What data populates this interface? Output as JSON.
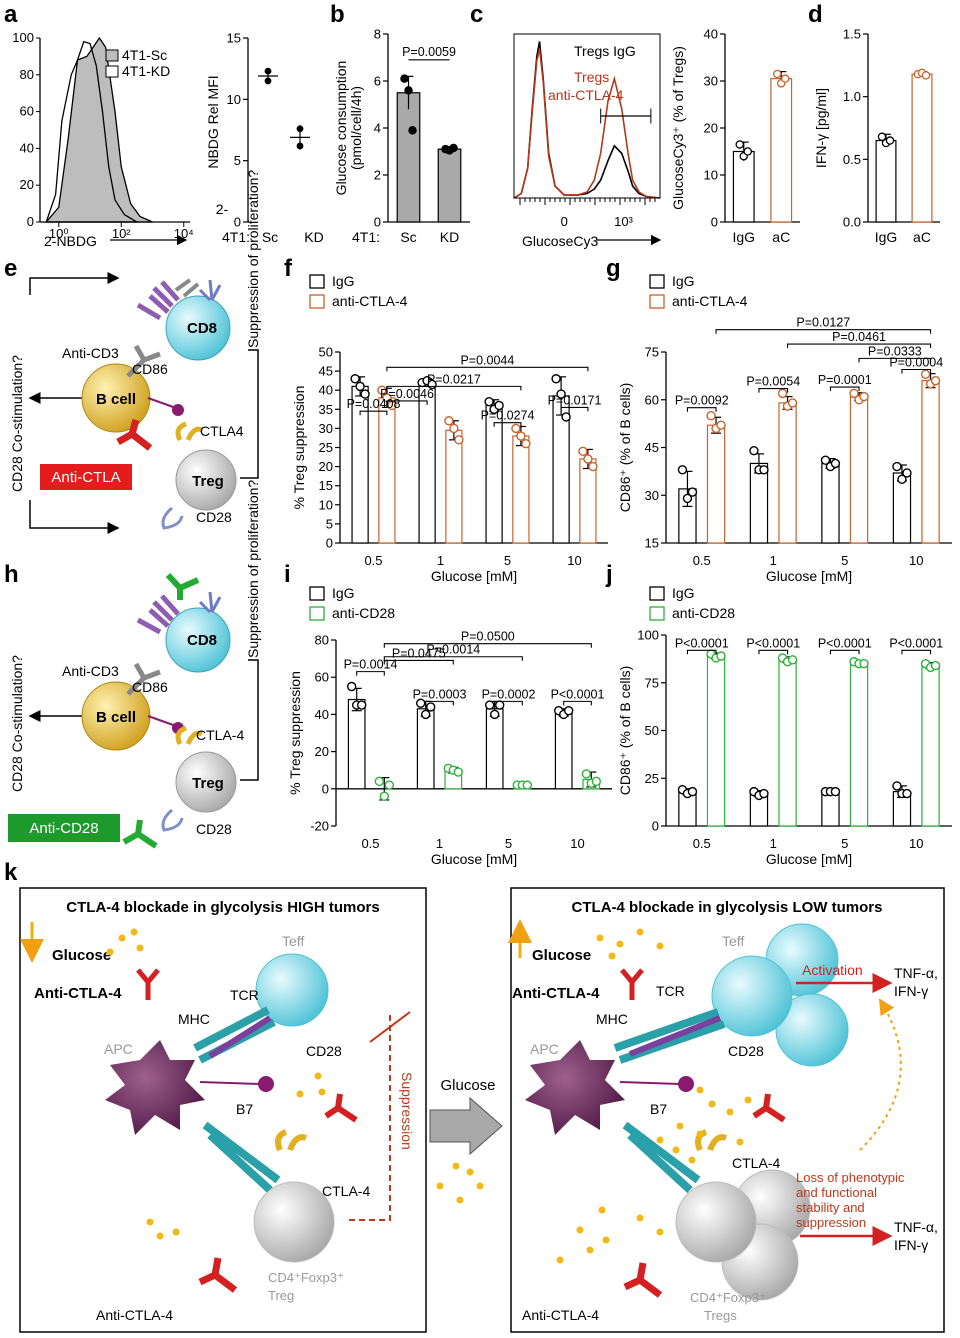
{
  "panels": {
    "a": "a",
    "b": "b",
    "c": "c",
    "d": "d",
    "e": "e",
    "f": "f",
    "g": "g",
    "h": "h",
    "i": "i",
    "j": "j",
    "k": "k"
  },
  "diagrams": {
    "co_stim": "CD28 Co-stimulation?",
    "suppression": "Suppression of proliferation?",
    "anti_cd3": "Anti-CD3",
    "cd8": "CD8",
    "bcell": "B cell",
    "cd86": "CD86",
    "ctla4_e": "CTLA4",
    "ctla4_h": "CTLA-4",
    "treg": "Treg",
    "cd28": "CD28",
    "anti_ctla_box": "Anti-CTLA",
    "anti_cd28_box": "Anti-CD28"
  },
  "schematic_k": {
    "left_title": "CTLA-4 blockade in glycolysis HIGH tumors",
    "right_title": "CTLA-4 blockade in glycolysis LOW tumors",
    "glucose": "Glucose",
    "anti_ctla4": "Anti-CTLA-4",
    "teff": "Teff",
    "tcr": "TCR",
    "mhc": "MHC",
    "apc": "APC",
    "cd28": "CD28",
    "b7": "B7",
    "ctla4": "CTLA-4",
    "suppression": "Suppression",
    "treg_left_1": "CD4⁺Foxp3⁺",
    "treg_left_2": "Treg",
    "treg_right_2": "Tregs",
    "arrow_label": "Glucose",
    "activation": "Activation",
    "cytokines_1": "TNF-α,",
    "cytokines_2": "IFN-γ",
    "loss_1": "Loss of phenotypic",
    "loss_2": "and functional",
    "loss_3": "stability and",
    "loss_4": "suppression"
  },
  "chart_data": [
    {
      "panel": "a-hist",
      "type": "area",
      "xlabel": "2-NBDG",
      "x_ticks": [
        "10⁰",
        "10²",
        "10⁴"
      ],
      "y_ticks": [
        0,
        20,
        40,
        60,
        80,
        100
      ],
      "ylim": [
        0,
        100
      ],
      "series": [
        {
          "name": "4T1-Sc",
          "fill": "#bdbdbd",
          "x": [
            -0.4,
            0,
            0.3,
            0.6,
            0.9,
            1.1,
            1.3,
            1.5,
            1.8,
            2.0,
            2.3,
            2.6,
            3.0
          ],
          "values": [
            0,
            8,
            45,
            88,
            90,
            95,
            100,
            95,
            60,
            30,
            10,
            3,
            0
          ]
        },
        {
          "name": "4T1-KD",
          "fill": "none",
          "x": [
            -0.4,
            -0.1,
            0.1,
            0.4,
            0.6,
            0.8,
            1.0,
            1.2,
            1.4,
            1.6,
            1.8,
            2.1,
            2.5
          ],
          "values": [
            0,
            15,
            55,
            80,
            88,
            98,
            97,
            85,
            60,
            30,
            12,
            4,
            0
          ]
        }
      ]
    },
    {
      "panel": "a",
      "type": "scatter",
      "ylabel": "NBDG Rel MFI",
      "ylabel_prefix": "2-",
      "categories": [
        "Sc",
        "KD"
      ],
      "cat_prefix": "4T1:",
      "ylim": [
        0,
        15
      ],
      "y_ticks": [
        0,
        5,
        10,
        15
      ],
      "means": [
        11.9,
        6.9
      ],
      "sd": [
        0.5,
        1.0
      ],
      "points": [
        [
          12.3,
          11.5
        ],
        [
          7.6,
          6.2
        ]
      ]
    },
    {
      "panel": "b",
      "type": "bar",
      "ylabel": "Glucose consumption",
      "ylabel2": "(pmol/cell/4h)",
      "categories": [
        "Sc",
        "KD"
      ],
      "cat_prefix": "4T1:",
      "ylim": [
        0,
        8
      ],
      "y_ticks": [
        0,
        2,
        4,
        6,
        8
      ],
      "values": [
        5.5,
        3.1
      ],
      "sd": [
        0.7,
        0.1
      ],
      "points": [
        [
          6.1,
          5.6,
          3.9
        ],
        [
          3.1,
          3.05,
          3.15
        ]
      ],
      "pvalues": [
        {
          "a": 0,
          "b": 1,
          "y": 6.9,
          "text": "P=0.0059"
        }
      ]
    },
    {
      "panel": "c-hist",
      "type": "line",
      "xlabel": "GlucoseCy3",
      "x_ticks": [
        "0",
        "10³"
      ],
      "series": [
        {
          "name": "Tregs IgG",
          "color": "#000000",
          "x": [
            0,
            8,
            15,
            20,
            25,
            28,
            32,
            38,
            45,
            55,
            70,
            80,
            88,
            95,
            103,
            110,
            118,
            125,
            130,
            137,
            145,
            160
          ],
          "values": [
            0,
            3,
            20,
            60,
            95,
            105,
            80,
            30,
            8,
            2,
            2,
            3,
            6,
            12,
            25,
            35,
            30,
            18,
            8,
            3,
            1,
            0
          ]
        },
        {
          "name": "Tregs anti-CTLA-4",
          "color": "#b5381c",
          "x": [
            0,
            8,
            15,
            20,
            25,
            28,
            32,
            38,
            45,
            55,
            70,
            80,
            88,
            95,
            103,
            110,
            118,
            125,
            130,
            137,
            145,
            160
          ],
          "values": [
            0,
            3,
            20,
            58,
            92,
            100,
            78,
            28,
            8,
            2,
            2,
            4,
            12,
            30,
            65,
            80,
            60,
            30,
            12,
            4,
            1,
            0
          ]
        }
      ],
      "legend": [
        "Tregs IgG",
        "Tregs",
        "anti-CTLA-4"
      ]
    },
    {
      "panel": "c",
      "type": "bar",
      "ylabel": "GlucoseCy3⁺ (% of Tregs)",
      "categories": [
        "IgG",
        "aC"
      ],
      "ylim": [
        0,
        40
      ],
      "y_ticks": [
        0,
        10,
        20,
        30,
        40
      ],
      "values": [
        15,
        30.5
      ],
      "sd": [
        2,
        1.5
      ],
      "points": [
        [
          16.5,
          14,
          15
        ],
        [
          31.5,
          29.5,
          30.5
        ]
      ]
    },
    {
      "panel": "d",
      "type": "bar",
      "ylabel": "IFN-γ [pg/ml]",
      "categories": [
        "IgG",
        "aC"
      ],
      "ylim": [
        0,
        1.5
      ],
      "y_ticks": [
        "0.0",
        "0.5",
        "1.0",
        "1.5"
      ],
      "values": [
        0.65,
        1.18
      ],
      "sd": [
        0.05,
        0.02
      ],
      "points": [
        [
          0.68,
          0.63,
          0.65
        ],
        [
          1.18,
          1.19,
          1.17
        ]
      ]
    },
    {
      "panel": "f",
      "type": "bar",
      "ylabel": "% Treg suppression",
      "xlabel": "Glucose [mM]",
      "categories": [
        "0.5",
        "1",
        "5",
        "10"
      ],
      "ylim": [
        0,
        50
      ],
      "y_ticks": [
        0,
        5,
        10,
        15,
        20,
        25,
        30,
        35,
        40,
        45,
        50
      ],
      "series": [
        {
          "name": "IgG",
          "values": [
            41,
            42,
            36,
            38.5
          ],
          "sd": [
            2.5,
            1,
            1.5,
            5
          ],
          "points": [
            [
              43,
              41,
              39
            ],
            [
              42,
              42.5,
              41.5
            ],
            [
              37,
              35,
              36
            ],
            [
              43,
              39,
              33
            ]
          ]
        },
        {
          "name": "anti-CTLA-4",
          "values": [
            38,
            29.5,
            28,
            22
          ],
          "sd": [
            2.5,
            2.5,
            2.5,
            2.5
          ],
          "points": [
            [
              40,
              38,
              36
            ],
            [
              32,
              30,
              27
            ],
            [
              30,
              28,
              26
            ],
            [
              24,
              22,
              20
            ]
          ]
        }
      ],
      "pvalues": [
        {
          "a": 0,
          "b": 1,
          "y": 34.5,
          "text": "P=0.0408"
        },
        {
          "a": 1,
          "b": 2,
          "y": 37.2,
          "text": "P=0.0046"
        },
        {
          "a": 4,
          "b": 5,
          "y": 31.5,
          "text": "P=0.0274"
        },
        {
          "a": 6,
          "b": 7,
          "y": 35.5,
          "text": "P=0.0171"
        },
        {
          "a": 1,
          "b": 5,
          "y": 41,
          "text": "P=0.0217"
        },
        {
          "a": 1,
          "b": 7,
          "y": 46,
          "text": "P=0.0044"
        }
      ]
    },
    {
      "panel": "g",
      "type": "bar",
      "ylabel": "CD86⁺ (% of B cells)",
      "xlabel": "Glucose [mM]",
      "categories": [
        "0.5",
        "1",
        "5",
        "10"
      ],
      "ylim": [
        15,
        75
      ],
      "y_ticks": [
        15,
        30,
        45,
        60,
        75
      ],
      "series": [
        {
          "name": "IgG",
          "values": [
            32,
            40,
            40,
            37
          ],
          "sd": [
            5.5,
            3,
            1.5,
            2.5
          ],
          "points": [
            [
              38,
              29,
              31
            ],
            [
              44,
              38,
              38
            ],
            [
              41,
              39,
              40
            ],
            [
              39,
              35,
              37
            ]
          ]
        },
        {
          "name": "anti-CTLA-4",
          "values": [
            52,
            59,
            61,
            66
          ],
          "sd": [
            2.5,
            2,
            1.2,
            2.2
          ],
          "points": [
            [
              55,
              51,
              52
            ],
            [
              62,
              58,
              59
            ],
            [
              62,
              60,
              61
            ],
            [
              68,
              65,
              66
            ]
          ]
        }
      ],
      "pvalues": [
        {
          "a": 0,
          "b": 1,
          "y": 57.5,
          "text": "P=0.0092"
        },
        {
          "a": 2,
          "b": 3,
          "y": 63.5,
          "text": "P=0.0054"
        },
        {
          "a": 4,
          "b": 5,
          "y": 64,
          "text": "P=0.0001"
        },
        {
          "a": 6,
          "b": 7,
          "y": 69.5,
          "text": "P=0.0004"
        },
        {
          "a": 5,
          "b": 7,
          "y": 73,
          "text": "P=0.0333"
        },
        {
          "a": 3,
          "b": 7,
          "y": 77.5,
          "text": "P=0.0461"
        },
        {
          "a": 1,
          "b": 7,
          "y": 82,
          "text": "P=0.0127"
        }
      ]
    },
    {
      "panel": "i",
      "type": "bar",
      "ylabel": "% Treg suppression",
      "xlabel": "Glucose [mM]",
      "categories": [
        "0.5",
        "1",
        "5",
        "10"
      ],
      "ylim": [
        -20,
        80
      ],
      "y_ticks": [
        -20,
        0,
        20,
        40,
        60,
        80
      ],
      "series": [
        {
          "name": "IgG",
          "values": [
            48,
            43,
            43,
            41
          ],
          "sd": [
            6,
            4,
            4,
            2
          ],
          "points": [
            [
              55,
              45,
              45
            ],
            [
              46,
              40,
              44
            ],
            [
              45,
              40,
              45
            ],
            [
              42,
              40,
              42
            ]
          ]
        },
        {
          "name": "anti-CD28",
          "values": [
            0,
            10,
            2,
            5
          ],
          "sd": [
            6,
            1.5,
            1,
            4
          ],
          "points": [
            [
              4,
              -4,
              2
            ],
            [
              11,
              10,
              9
            ],
            [
              2,
              2,
              2
            ],
            [
              8,
              3,
              4
            ]
          ]
        }
      ],
      "pvalues": [
        {
          "a": 0,
          "b": 1,
          "y": 63,
          "text": "P=0.0014"
        },
        {
          "a": 2,
          "b": 3,
          "y": 47,
          "text": "P=0.0003"
        },
        {
          "a": 4,
          "b": 5,
          "y": 47,
          "text": "P=0.0002"
        },
        {
          "a": 6,
          "b": 7,
          "y": 47,
          "text": "P<0.0001"
        },
        {
          "a": 1,
          "b": 3,
          "y": 69,
          "text": "P=0.0475"
        },
        {
          "a": 1,
          "b": 5,
          "y": 71,
          "text": "P=0.0014"
        },
        {
          "a": 1,
          "b": 7,
          "y": 78,
          "text": "P=0.0500"
        }
      ]
    },
    {
      "panel": "j",
      "type": "bar",
      "ylabel": "CD86⁺ (% of B cells)",
      "xlabel": "Glucose [mM]",
      "categories": [
        "0.5",
        "1",
        "5",
        "10"
      ],
      "ylim": [
        0,
        100
      ],
      "y_ticks": [
        0,
        25,
        50,
        75,
        100
      ],
      "series": [
        {
          "name": "IgG",
          "values": [
            18,
            17,
            18,
            18
          ],
          "sd": [
            1.5,
            1.5,
            1,
            3
          ],
          "points": [
            [
              19,
              17,
              18
            ],
            [
              18,
              16,
              17
            ],
            [
              18,
              18,
              18
            ],
            [
              21,
              17,
              17
            ]
          ]
        },
        {
          "name": "anti-CD28",
          "values": [
            89,
            87,
            85,
            84
          ],
          "sd": [
            1.5,
            1.5,
            1,
            1.5
          ],
          "points": [
            [
              90,
              88,
              89
            ],
            [
              88,
              86,
              87
            ],
            [
              86,
              85,
              85
            ],
            [
              85,
              83,
              84
            ]
          ]
        }
      ],
      "pvalues": [
        {
          "a": 0,
          "b": 1,
          "y": 92,
          "text": "P<0.0001"
        },
        {
          "a": 2,
          "b": 3,
          "y": 92,
          "text": "P<0.0001"
        },
        {
          "a": 4,
          "b": 5,
          "y": 92,
          "text": "P<0.0001"
        },
        {
          "a": 6,
          "b": 7,
          "y": 92,
          "text": "P<0.0001"
        }
      ]
    }
  ]
}
